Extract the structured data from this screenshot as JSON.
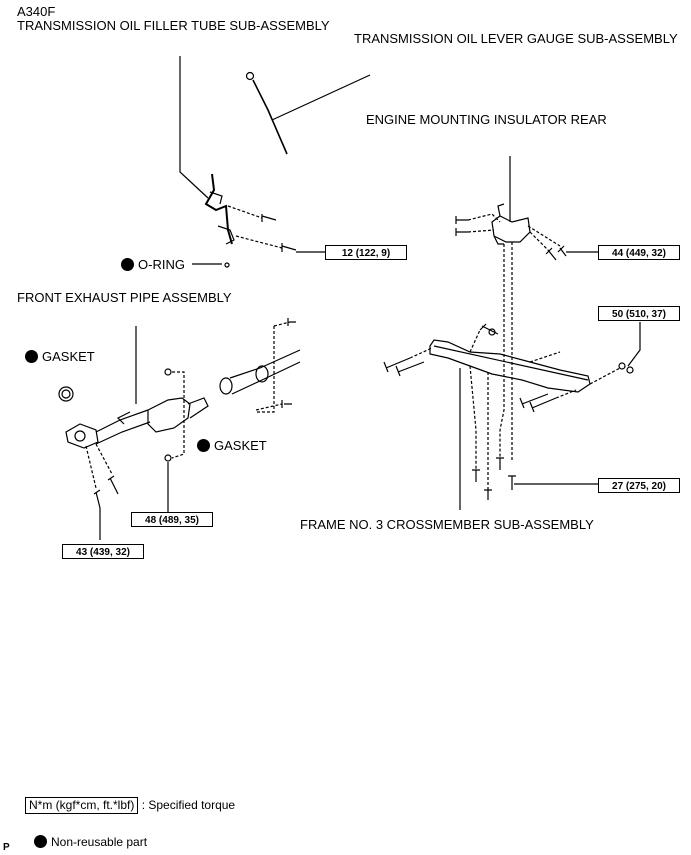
{
  "model": "A340F",
  "labels": {
    "filler_tube": "TRANSMISSION OIL FILLER TUBE SUB-ASSEMBLY",
    "lever_gauge": "TRANSMISSION OIL LEVER GAUGE SUB-ASSEMBLY",
    "engine_insulator": "ENGINE MOUNTING INSULATOR REAR",
    "o_ring": "O-RING",
    "front_exhaust": "FRONT EXHAUST PIPE ASSEMBLY",
    "gasket_left": "GASKET",
    "gasket_right": "GASKET",
    "crossmember": "FRAME NO. 3 CROSSMEMBER SUB-ASSEMBLY"
  },
  "torques": {
    "t_filler": "12 (122, 9)",
    "t_insulator": "44 (449, 32)",
    "t_crossmember_upper": "50 (510, 37)",
    "t_crossmember_lower": "27 (275, 20)",
    "t_exhaust_flange": "48 (489, 35)",
    "t_exhaust_front": "43 (439, 32)"
  },
  "legend": {
    "torque_box": "N*m (kgf*cm, ft.*lbf)",
    "torque_text": ": Specified torque",
    "nonreusable_text": "Non-reusable part"
  },
  "corner_mark": "P"
}
